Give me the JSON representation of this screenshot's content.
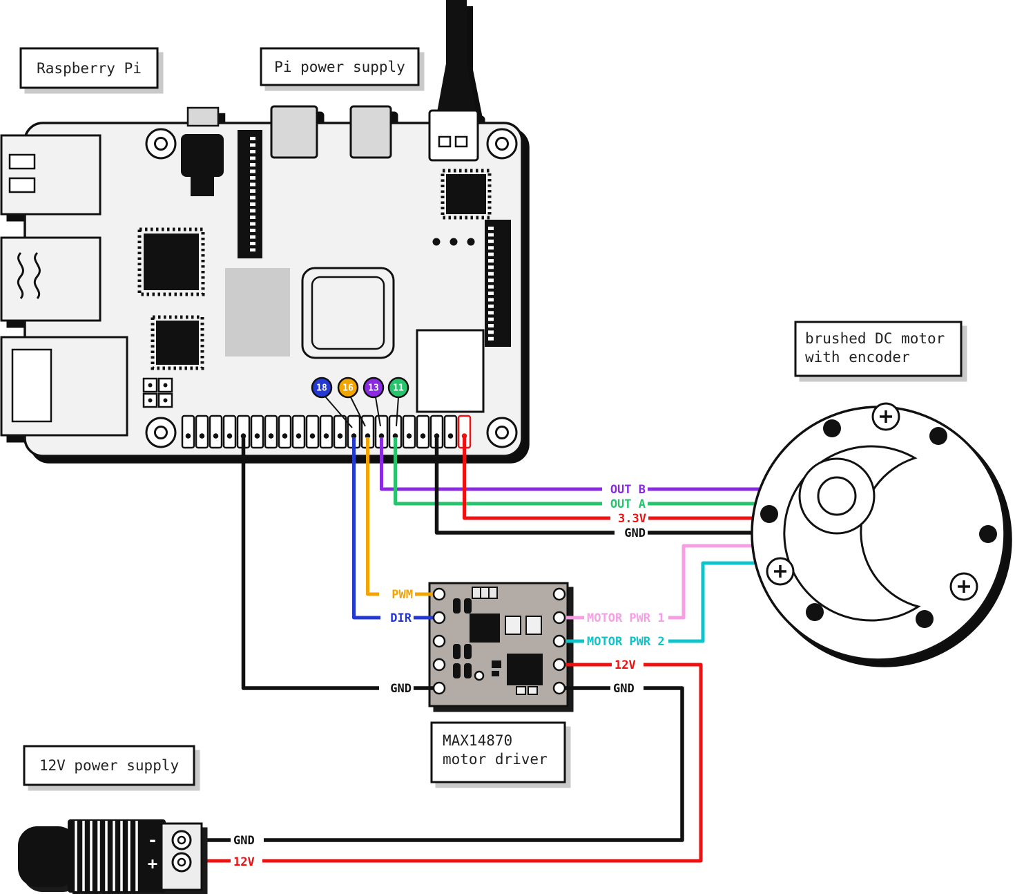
{
  "labels": {
    "raspberry_pi": "Raspberry Pi",
    "pi_power_supply": "Pi power supply",
    "motor_line1": "brushed DC motor",
    "motor_line2": "with encoder",
    "driver_line1": "MAX14870",
    "driver_line2": "motor driver",
    "supply_12v": "12V power supply"
  },
  "gpio_badges": [
    {
      "pin": "18",
      "color": "#2438d2"
    },
    {
      "pin": "16",
      "color": "#f2a500"
    },
    {
      "pin": "13",
      "color": "#8a2be2"
    },
    {
      "pin": "11",
      "color": "#27c46d"
    }
  ],
  "wires": {
    "out_b": {
      "label": "OUT B",
      "color": "#8a2be2"
    },
    "out_a": {
      "label": "OUT A",
      "color": "#27c46d"
    },
    "v33": {
      "label": "3.3V",
      "color": "#ee1111"
    },
    "gnd_motor": {
      "label": "GND",
      "color": "#111111"
    },
    "pwm": {
      "label": "PWM",
      "color": "#f2a500"
    },
    "dir": {
      "label": "DIR",
      "color": "#2438d2"
    },
    "gnd_driver": {
      "label": "GND",
      "color": "#111111"
    },
    "motor_pwr_1": {
      "label": "MOTOR PWR 1",
      "color": "#f79fe5"
    },
    "motor_pwr_2": {
      "label": "MOTOR PWR 2",
      "color": "#0cc4c9"
    },
    "v12": {
      "label": "12V",
      "color": "#ee1111"
    },
    "gnd_supply": {
      "label": "GND",
      "color": "#111111"
    }
  },
  "supply_terminals": {
    "minus": "-",
    "plus": "+"
  }
}
